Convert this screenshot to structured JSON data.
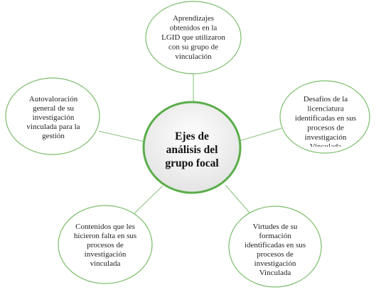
{
  "colors": {
    "node_stroke": "#7bbd6a",
    "center_stroke": "#5aad4a",
    "line_stroke": "#8cc57e"
  },
  "center": {
    "lines": [
      "Ejes de",
      "análisis del",
      "grupo focal"
    ]
  },
  "nodes": [
    {
      "id": "top",
      "lines": [
        "Aprendizajes",
        "obtenidos en la",
        "LGID que utilizaron",
        "con su grupo de",
        "vinculación"
      ]
    },
    {
      "id": "right",
      "lines": [
        "Desafíos de la",
        "licenciatura",
        "identificadas en sus",
        "procesos de",
        "investigación",
        "Vinculada"
      ]
    },
    {
      "id": "left",
      "lines": [
        "Autovaloración",
        "general de su",
        "investigación",
        "vinculada para la",
        "gestión"
      ]
    },
    {
      "id": "bottom-left",
      "lines": [
        "Contenidos que les",
        "hicieron falta en sus",
        "procesos de",
        "investigación",
        "vinculada"
      ]
    },
    {
      "id": "bottom-right",
      "lines": [
        "Virtudes de su",
        "formación",
        "identificadas en sus",
        "procesos de",
        "investigación",
        "Vinculada"
      ]
    }
  ]
}
